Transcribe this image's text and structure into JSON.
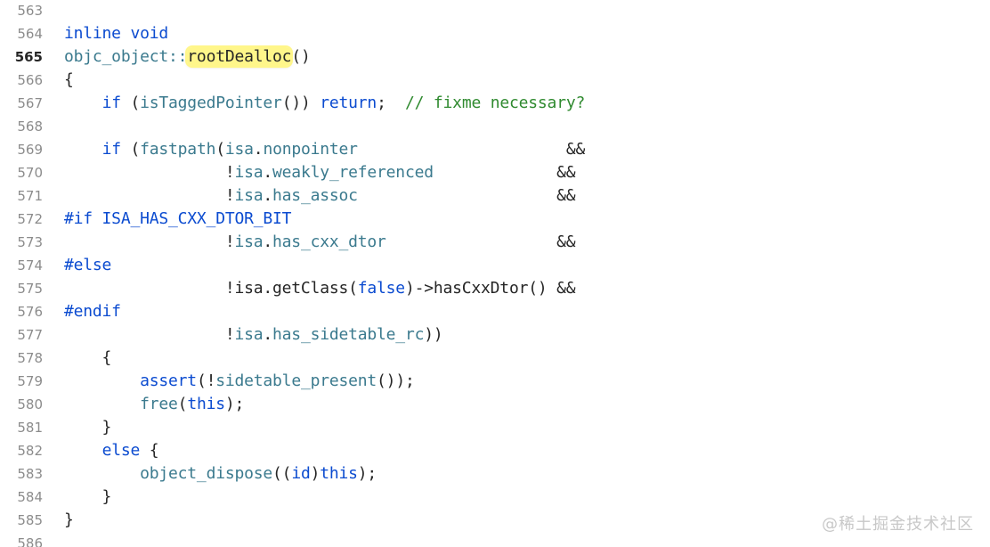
{
  "editor": {
    "lines": [
      {
        "number": "563",
        "current": false,
        "tokens": []
      },
      {
        "number": "564",
        "current": false,
        "tokens": [
          {
            "t": "inline",
            "k": "kw"
          },
          {
            "t": " "
          },
          {
            "t": "void",
            "k": "kw"
          }
        ]
      },
      {
        "number": "565",
        "current": true,
        "tokens": [
          {
            "t": "objc_object",
            "k": "id"
          },
          {
            "t": "::",
            "k": "id"
          },
          {
            "t": "rootDealloc",
            "k": "hl"
          },
          {
            "t": "()"
          }
        ]
      },
      {
        "number": "566",
        "current": false,
        "tokens": [
          {
            "t": "{"
          }
        ]
      },
      {
        "number": "567",
        "current": false,
        "tokens": [
          {
            "t": "    "
          },
          {
            "t": "if",
            "k": "kw"
          },
          {
            "t": " ("
          },
          {
            "t": "isTaggedPointer",
            "k": "id"
          },
          {
            "t": "()) "
          },
          {
            "t": "return",
            "k": "kw"
          },
          {
            "t": ";  "
          },
          {
            "t": "// fixme necessary?",
            "k": "cm"
          }
        ]
      },
      {
        "number": "568",
        "current": false,
        "tokens": []
      },
      {
        "number": "569",
        "current": false,
        "tokens": [
          {
            "t": "    "
          },
          {
            "t": "if",
            "k": "kw"
          },
          {
            "t": " ("
          },
          {
            "t": "fastpath",
            "k": "id"
          },
          {
            "t": "("
          },
          {
            "t": "isa",
            "k": "id"
          },
          {
            "t": "."
          },
          {
            "t": "nonpointer",
            "k": "id"
          },
          {
            "t": "                      &&"
          }
        ]
      },
      {
        "number": "570",
        "current": false,
        "tokens": [
          {
            "t": "                 !"
          },
          {
            "t": "isa",
            "k": "id"
          },
          {
            "t": "."
          },
          {
            "t": "weakly_referenced",
            "k": "id"
          },
          {
            "t": "             &&"
          }
        ]
      },
      {
        "number": "571",
        "current": false,
        "tokens": [
          {
            "t": "                 !"
          },
          {
            "t": "isa",
            "k": "id"
          },
          {
            "t": "."
          },
          {
            "t": "has_assoc",
            "k": "id"
          },
          {
            "t": "                     &&"
          }
        ]
      },
      {
        "number": "572",
        "current": false,
        "tokens": [
          {
            "t": "#if ISA_HAS_CXX_DTOR_BIT",
            "k": "pp"
          }
        ]
      },
      {
        "number": "573",
        "current": false,
        "tokens": [
          {
            "t": "                 !"
          },
          {
            "t": "isa",
            "k": "id"
          },
          {
            "t": "."
          },
          {
            "t": "has_cxx_dtor",
            "k": "id"
          },
          {
            "t": "                  &&"
          }
        ]
      },
      {
        "number": "574",
        "current": false,
        "tokens": [
          {
            "t": "#else",
            "k": "pp"
          }
        ]
      },
      {
        "number": "575",
        "current": false,
        "tokens": [
          {
            "t": "                 !isa.getClass("
          },
          {
            "t": "false",
            "k": "kw"
          },
          {
            "t": ")->hasCxxDtor() &&"
          }
        ]
      },
      {
        "number": "576",
        "current": false,
        "tokens": [
          {
            "t": "#endif",
            "k": "pp"
          }
        ]
      },
      {
        "number": "577",
        "current": false,
        "tokens": [
          {
            "t": "                 !"
          },
          {
            "t": "isa",
            "k": "id"
          },
          {
            "t": "."
          },
          {
            "t": "has_sidetable_rc",
            "k": "id"
          },
          {
            "t": "))"
          }
        ]
      },
      {
        "number": "578",
        "current": false,
        "tokens": [
          {
            "t": "    {"
          }
        ]
      },
      {
        "number": "579",
        "current": false,
        "tokens": [
          {
            "t": "        "
          },
          {
            "t": "assert",
            "k": "kw"
          },
          {
            "t": "(!"
          },
          {
            "t": "sidetable_present",
            "k": "id"
          },
          {
            "t": "());"
          }
        ]
      },
      {
        "number": "580",
        "current": false,
        "tokens": [
          {
            "t": "        "
          },
          {
            "t": "free",
            "k": "id"
          },
          {
            "t": "("
          },
          {
            "t": "this",
            "k": "kw"
          },
          {
            "t": ");"
          }
        ]
      },
      {
        "number": "581",
        "current": false,
        "tokens": [
          {
            "t": "    }"
          }
        ]
      },
      {
        "number": "582",
        "current": false,
        "tokens": [
          {
            "t": "    "
          },
          {
            "t": "else",
            "k": "kw"
          },
          {
            "t": " {"
          }
        ]
      },
      {
        "number": "583",
        "current": false,
        "tokens": [
          {
            "t": "        "
          },
          {
            "t": "object_dispose",
            "k": "id"
          },
          {
            "t": "(("
          },
          {
            "t": "id",
            "k": "kw"
          },
          {
            "t": ")"
          },
          {
            "t": "this",
            "k": "kw"
          },
          {
            "t": ");"
          }
        ]
      },
      {
        "number": "584",
        "current": false,
        "tokens": [
          {
            "t": "    }"
          }
        ]
      },
      {
        "number": "585",
        "current": false,
        "tokens": [
          {
            "t": "}"
          }
        ]
      },
      {
        "number": "586",
        "current": false,
        "tokens": []
      }
    ]
  },
  "watermark": "@稀土掘金技术社区",
  "colors": {
    "keyword": "#0b4bd0",
    "identifier": "#3b7a8e",
    "comment": "#2f8a2f",
    "highlight": "#fff68a",
    "text": "#262626",
    "gutter": "#8c8c8c"
  }
}
